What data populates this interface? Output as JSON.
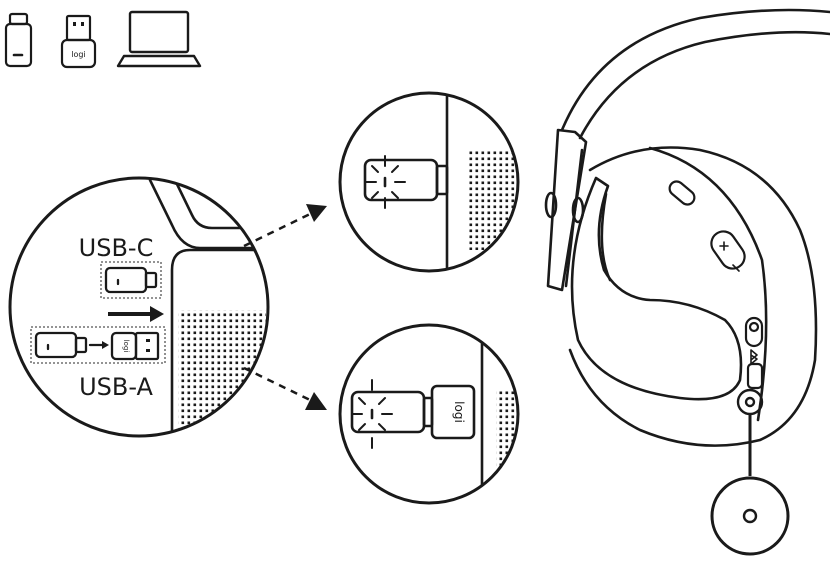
{
  "labels": {
    "usb_c": "USB-C",
    "usb_a": "USB-A",
    "brand": "logi"
  },
  "colors": {
    "ink": "#1a1a1a",
    "background": "#ffffff",
    "gray_fill": "#e8e8e8"
  },
  "icons": [
    "usb-c-dongle-icon",
    "usb-a-adapter-icon",
    "laptop-icon",
    "bluetooth-icon"
  ]
}
